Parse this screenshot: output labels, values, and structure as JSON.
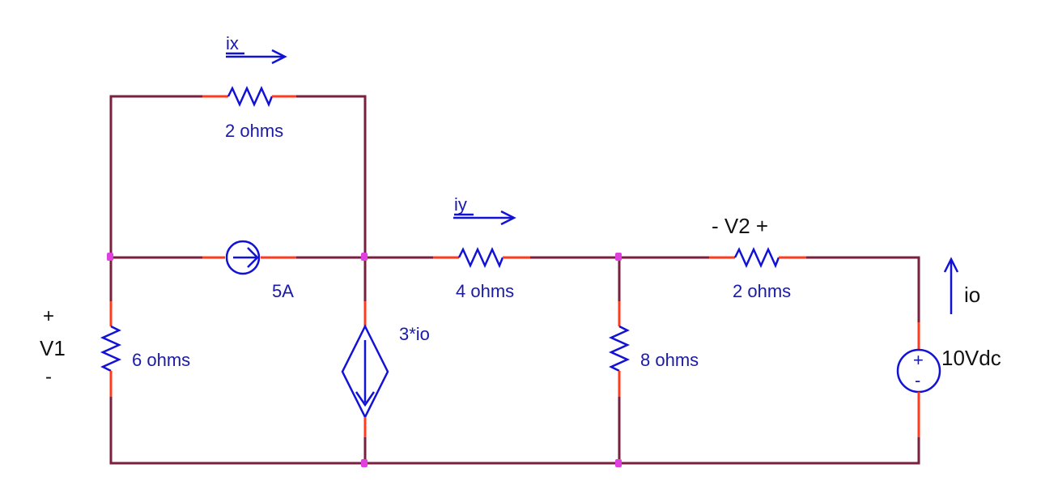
{
  "components": {
    "r_top": {
      "value": "2 ohms"
    },
    "r_6": {
      "value": "6 ohms"
    },
    "r_4": {
      "value": "4 ohms"
    },
    "r_8": {
      "value": "8 ohms"
    },
    "r_v2": {
      "value": "2 ohms"
    },
    "current_source": {
      "value": "5A"
    },
    "dependent_source": {
      "value": "3*io"
    },
    "voltage_source": {
      "value": "10Vdc",
      "plus": "+",
      "minus": "-"
    }
  },
  "currents": {
    "ix": "ix",
    "iy": "iy",
    "io": "io"
  },
  "voltages": {
    "v1": {
      "plus": "+",
      "name": "V1",
      "minus": "-"
    },
    "v2": {
      "label": "- V2 +"
    }
  },
  "colors": {
    "wire": "#7a1f3d",
    "lead": "#ff3b1f",
    "component": "#1212d6",
    "node": "#e040e0",
    "label": "#1a1aa8"
  }
}
